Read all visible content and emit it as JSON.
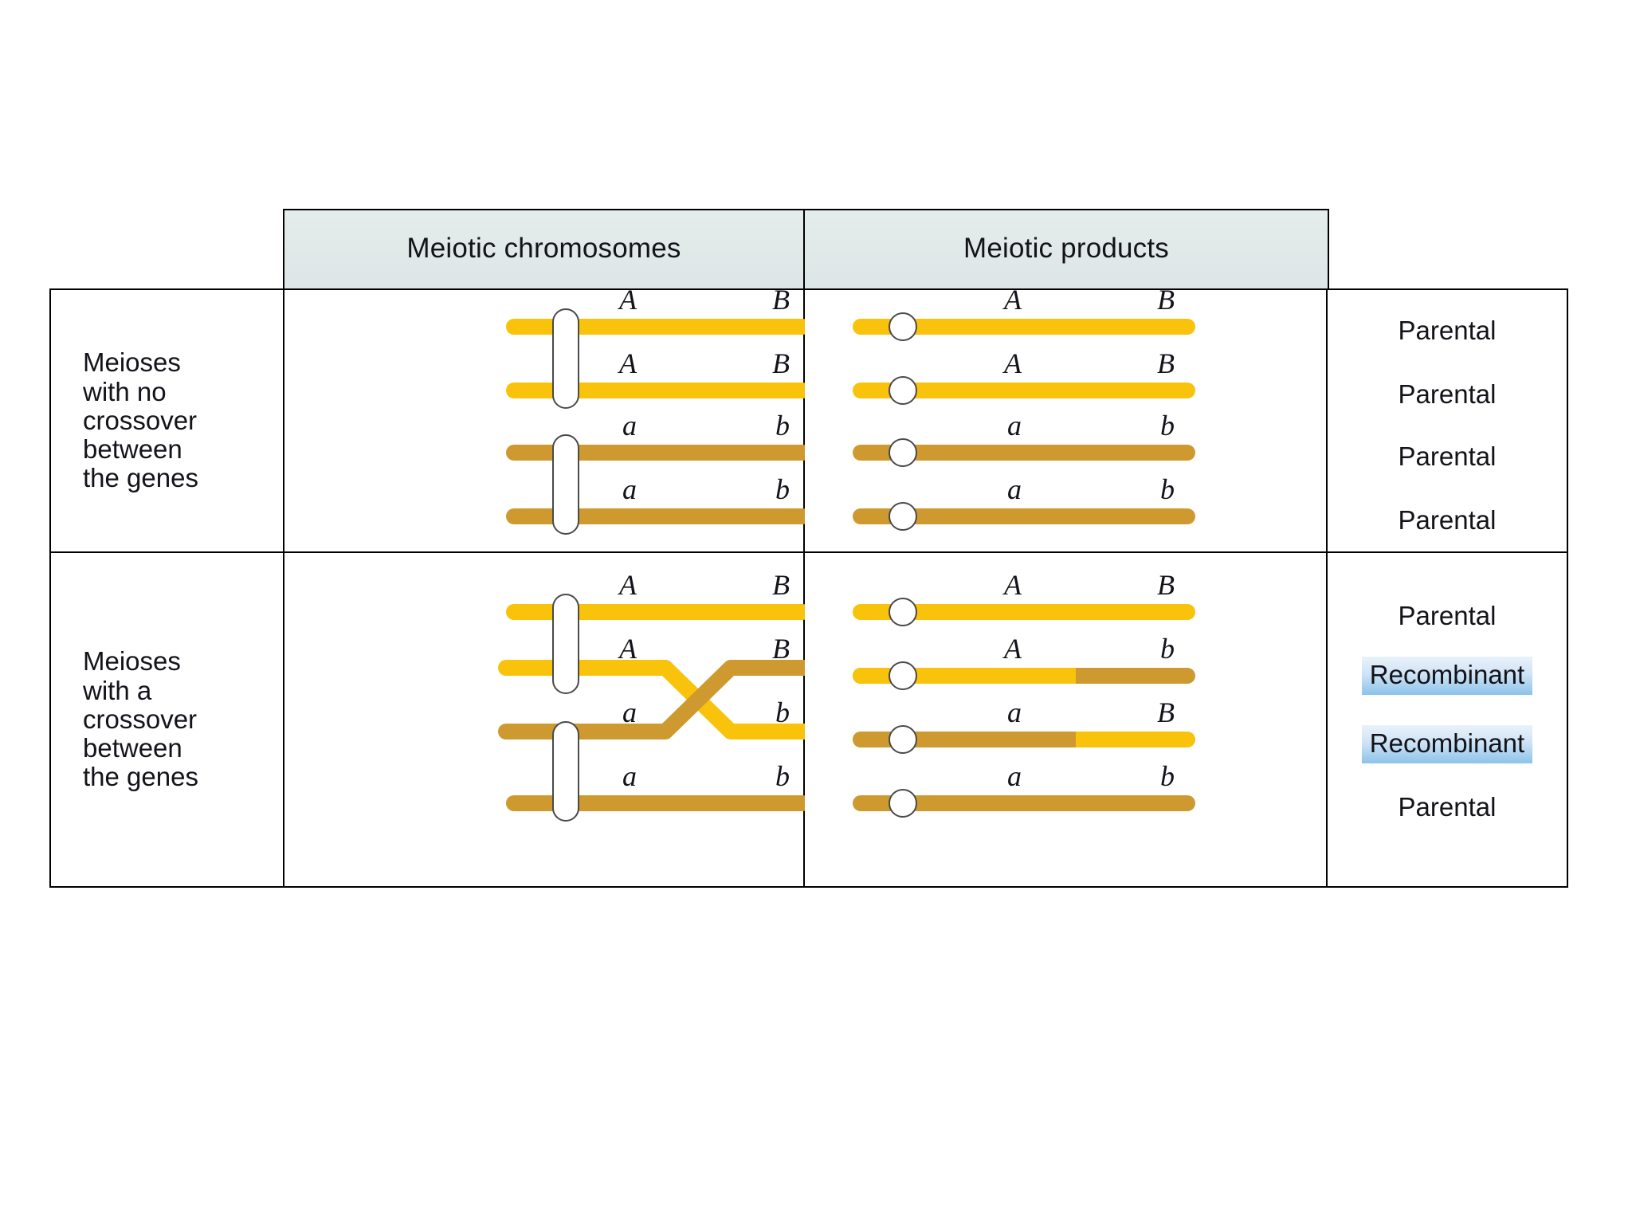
{
  "figure": {
    "header": {
      "col_chromosomes": "Meiotic chromosomes",
      "col_products": "Meiotic products"
    },
    "colors": {
      "yellow": "#F9C20B",
      "brown": "#CE9A30",
      "header_bg": "#E2EAEA",
      "recombinant_highlight": "#8CC3E9",
      "border": "#000000"
    },
    "rows": [
      {
        "label": "Meioses\nwith no\ncrossover\nbetween\nthe genes",
        "chromosomes": {
          "centromere_shape": "elongated-oval",
          "crossover": false,
          "chromatids": [
            {
              "color": "yellow",
              "left_allele": "A",
              "right_allele": "B"
            },
            {
              "color": "yellow",
              "left_allele": "A",
              "right_allele": "B"
            },
            {
              "color": "brown",
              "left_allele": "a",
              "right_allele": "b"
            },
            {
              "color": "brown",
              "left_allele": "a",
              "right_allele": "b"
            }
          ]
        },
        "products": {
          "centromere_shape": "circle",
          "chromatids": [
            {
              "left_color": "yellow",
              "right_color": "yellow",
              "left_allele": "A",
              "right_allele": "B"
            },
            {
              "left_color": "yellow",
              "right_color": "yellow",
              "left_allele": "A",
              "right_allele": "B"
            },
            {
              "left_color": "brown",
              "right_color": "brown",
              "left_allele": "a",
              "right_allele": "b"
            },
            {
              "left_color": "brown",
              "right_color": "brown",
              "left_allele": "a",
              "right_allele": "b"
            }
          ]
        },
        "outcomes": [
          {
            "text": "Parental",
            "highlight": false
          },
          {
            "text": "Parental",
            "highlight": false
          },
          {
            "text": "Parental",
            "highlight": false
          },
          {
            "text": "Parental",
            "highlight": false
          }
        ]
      },
      {
        "label": "Meioses\nwith a\ncrossover\nbetween\nthe genes",
        "chromosomes": {
          "centromere_shape": "elongated-oval",
          "crossover": true,
          "crossover_between_chromatids": [
            2,
            3
          ],
          "chromatids": [
            {
              "color": "yellow",
              "left_allele": "A",
              "right_allele": "B"
            },
            {
              "color": "yellow",
              "left_allele": "A",
              "right_allele": "B"
            },
            {
              "color": "brown",
              "left_allele": "a",
              "right_allele": "b"
            },
            {
              "color": "brown",
              "left_allele": "a",
              "right_allele": "b"
            }
          ]
        },
        "products": {
          "centromere_shape": "circle",
          "chromatids": [
            {
              "left_color": "yellow",
              "right_color": "yellow",
              "left_allele": "A",
              "right_allele": "B"
            },
            {
              "left_color": "yellow",
              "right_color": "brown",
              "left_allele": "A",
              "right_allele": "b"
            },
            {
              "left_color": "brown",
              "right_color": "yellow",
              "left_allele": "a",
              "right_allele": "B"
            },
            {
              "left_color": "brown",
              "right_color": "brown",
              "left_allele": "a",
              "right_allele": "b"
            }
          ]
        },
        "outcomes": [
          {
            "text": "Parental",
            "highlight": false
          },
          {
            "text": "Recombinant",
            "highlight": true
          },
          {
            "text": "Recombinant",
            "highlight": true
          },
          {
            "text": "Parental",
            "highlight": false
          }
        ]
      }
    ]
  }
}
